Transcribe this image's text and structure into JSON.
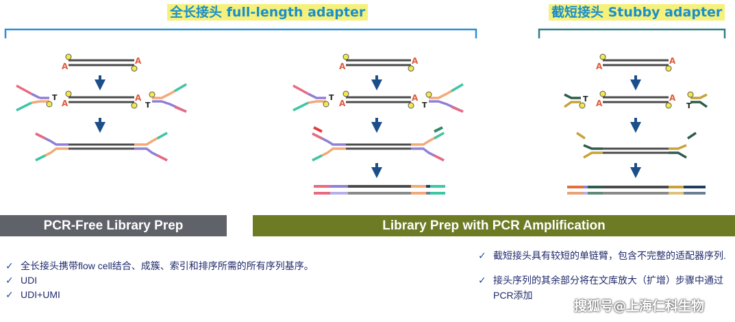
{
  "titles": {
    "full_length": "全长接头 full-length adapter",
    "stubby": "截短接头 Stubby adapter"
  },
  "labels": {
    "a": "A",
    "t": "T"
  },
  "sections": {
    "pcr_free": "PCR-Free Library Prep",
    "pcr_amp": "Library Prep with PCR Amplification"
  },
  "left_bullets": [
    "全长接头携带flow cell结合、成簇、索引和排序所需的所有序列基序。",
    "UDI",
    "UDI+UMI"
  ],
  "right_bullets": [
    "截短接头具有较短的单链臂，包含不完整的适配器序列.",
    "接头序列的其余部分将在文库放大（扩增）步骤中通过PCR添加"
  ],
  "check_glyph": "✓",
  "watermark": "搜狐号@上海仁科生物",
  "colors": {
    "title_text": "#1b8ec9",
    "title_highlight": "#f5f17a",
    "bracket_full": "#2d8fd6",
    "bracket_stubby": "#2e7f86",
    "arrow": "#1c4e8a",
    "insert": "#4a4a4a",
    "pink": "#e86a80",
    "teal": "#3cc7a6",
    "navy": "#1f3c5e",
    "purple": "#8f7fd6",
    "orange": "#f2a977",
    "dark_green": "#2e5c4a",
    "mustard": "#c9a13a",
    "pcr_free_bar": "#5f6369",
    "pcr_amp_bar": "#6d7b25"
  }
}
